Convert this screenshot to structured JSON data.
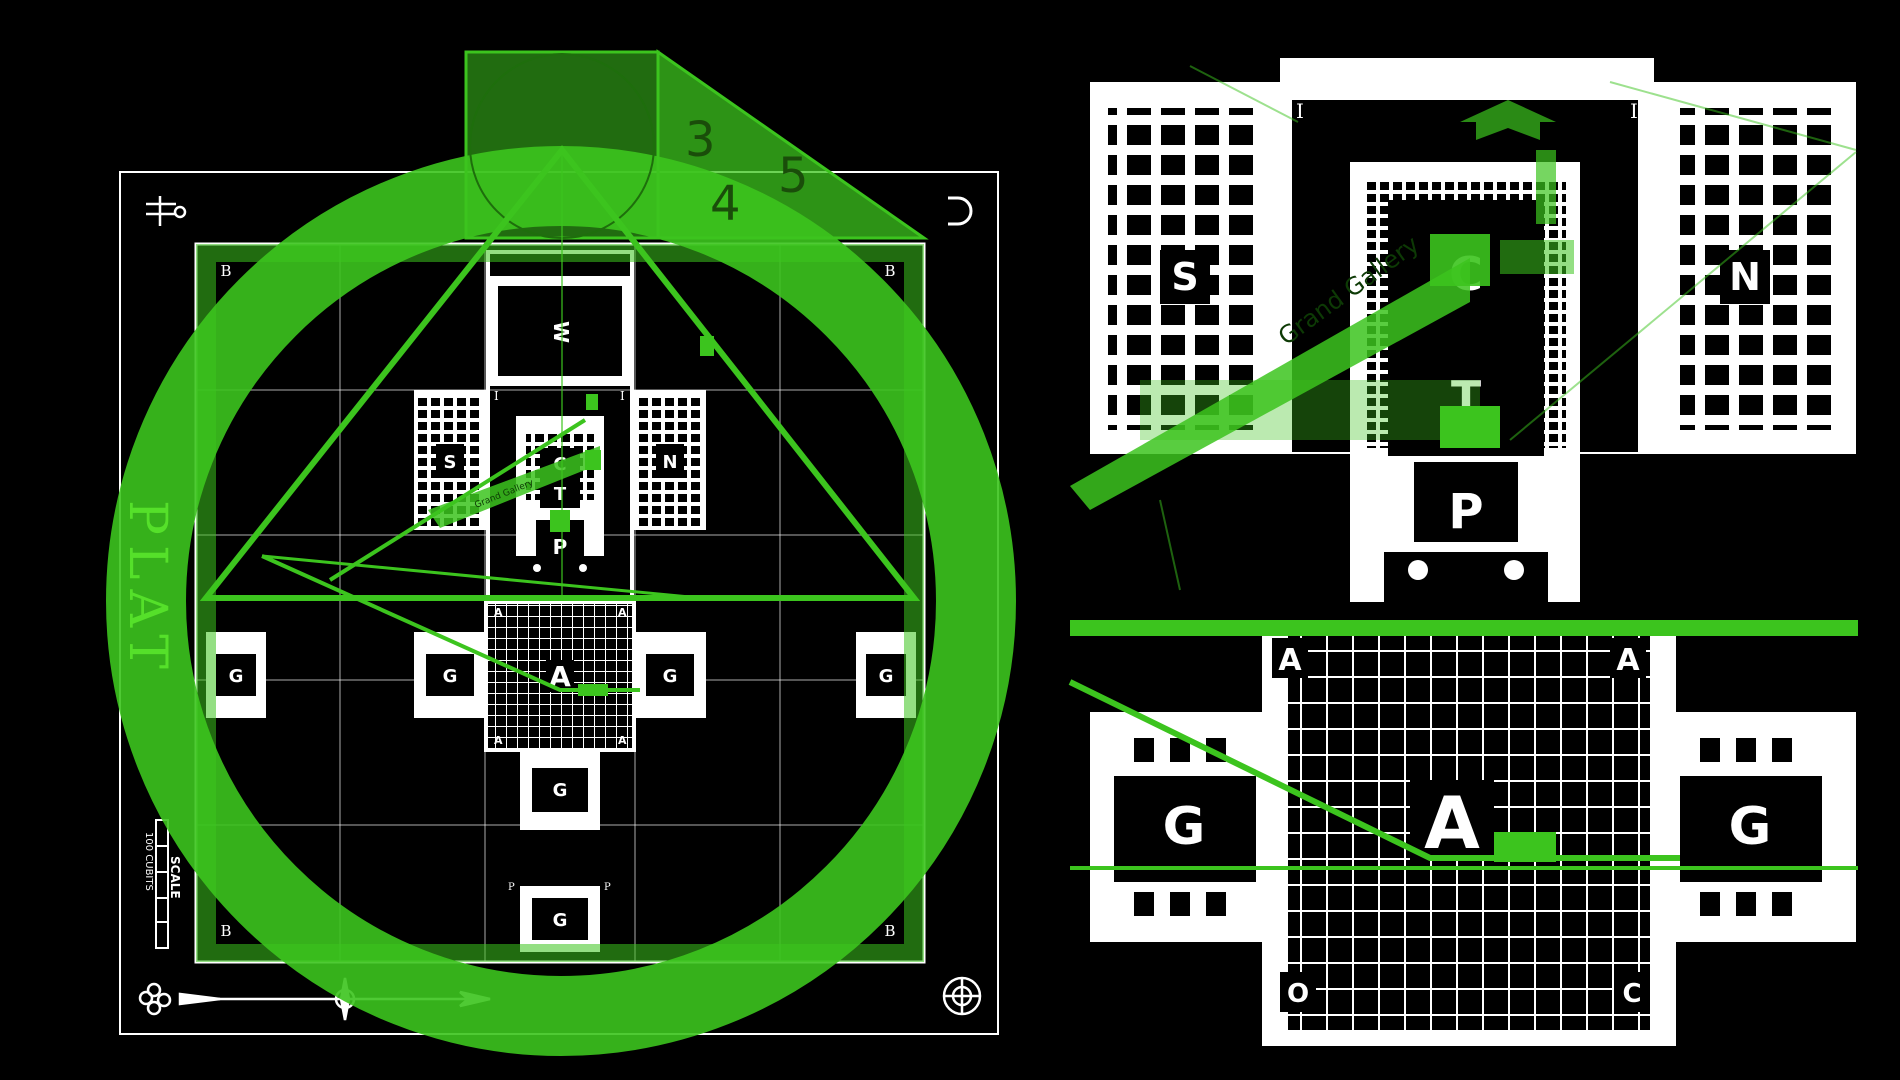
{
  "colors": {
    "background": "#000000",
    "plan_line": "#ffffff",
    "overlay_green": "#3cc41e",
    "overlay_green_dark": "#2f8f14",
    "overlay_green_light": "#55e02a"
  },
  "left_plan": {
    "vertical_title": "PLAT",
    "corner_marks": [
      "B",
      "B",
      "B",
      "B"
    ],
    "triangle_sides": [
      "3",
      "4",
      "5"
    ],
    "building_w": "W",
    "building_s": "S",
    "building_n": "N",
    "building_c": "C",
    "building_t": "T",
    "building_p": "P",
    "building_a": "A",
    "gate_labels": [
      "G",
      "G",
      "G",
      "G",
      "G",
      "G"
    ],
    "small_a_marks": [
      "A",
      "A",
      "A",
      "A"
    ],
    "i_marks": [
      "I",
      "I"
    ],
    "p_marks": [
      "P",
      "P"
    ],
    "grand_gallery": "Grand Gallery",
    "scale_title": "SCALE",
    "scale_units": "100 CUBITS"
  },
  "right_plan": {
    "building_s": "S",
    "building_n": "N",
    "building_c": "C",
    "building_t": "T",
    "building_p": "P",
    "building_a": "A",
    "small_a_marks": [
      "A",
      "A"
    ],
    "gate_labels": [
      "G",
      "G"
    ],
    "bottom_marks": [
      "O",
      "C"
    ],
    "i_marks": [
      "I",
      "I"
    ],
    "grand_gallery": "Grand Gallery"
  }
}
